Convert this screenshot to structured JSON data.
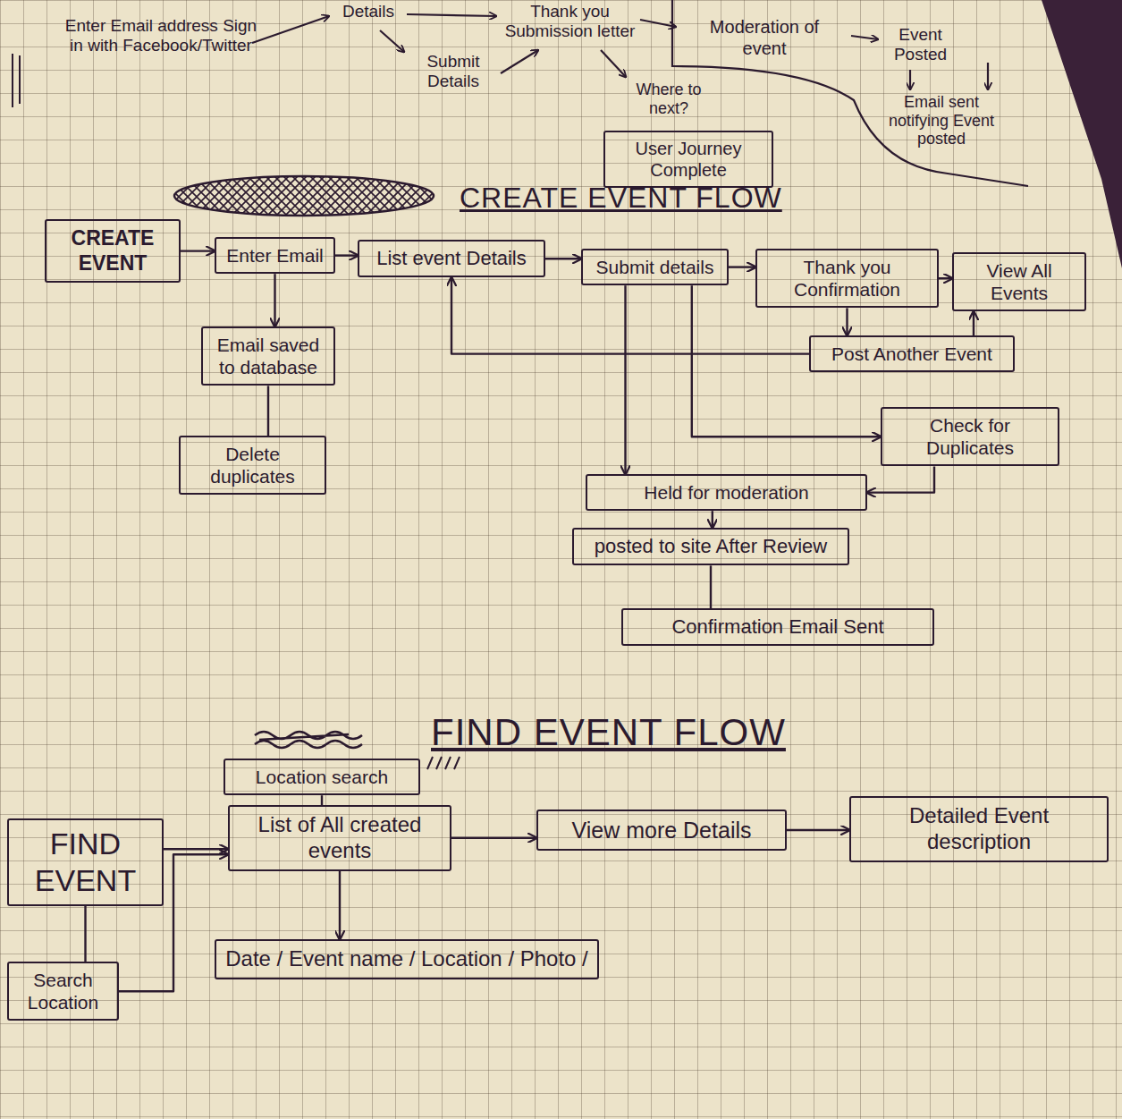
{
  "diagram": {
    "nodes": [
      {
        "text": [
          "Moderation of event"
        ]
      },
      {
        "text": [
          "User Journey Complete"
        ]
      },
      {
        "text": [
          "CREATE EVENT"
        ]
      },
      {
        "text": [
          "Enter Email"
        ]
      },
      {
        "text": [
          "List event Details"
        ]
      },
      {
        "text": [
          "Submit details"
        ]
      },
      {
        "text": [
          "Thank you Confirmation"
        ]
      },
      {
        "text": [
          "View All Events"
        ]
      },
      {
        "text": [
          "Email saved to database"
        ]
      },
      {
        "text": [
          "Post Another Event"
        ]
      },
      {
        "text": [
          "Check for Duplicates"
        ]
      },
      {
        "text": [
          "Delete duplicates"
        ]
      },
      {
        "text": [
          "Held for moderation"
        ]
      },
      {
        "text": [
          "posted to site After Review"
        ]
      },
      {
        "text": [
          "Confirmation Email Sent"
        ]
      },
      {
        "text": [
          "Location search"
        ]
      },
      {
        "text": [
          "FIND EVENT"
        ]
      },
      {
        "text": [
          "List of All created events"
        ]
      },
      {
        "text": [
          "View more Details"
        ]
      },
      {
        "text": [
          "Detailed Event description"
        ]
      },
      {
        "text": [
          "Search Location"
        ]
      },
      {
        "text": [
          "Date / Event name / Location / Photo /"
        ]
      }
    ],
    "edges": [
      {
        "from": 2,
        "to": 3,
        "arrow": "to"
      },
      {
        "from": 3,
        "to": 4,
        "arrow": "to"
      },
      {
        "from": 3,
        "to": 8,
        "arrow": "to"
      },
      {
        "from": 8,
        "to": 11,
        "arrow": "none"
      },
      {
        "from": 4,
        "to": 5,
        "arrow": "to"
      },
      {
        "from": 5,
        "to": 6,
        "arrow": "to"
      },
      {
        "from": 6,
        "to": 7,
        "arrow": "to"
      },
      {
        "from": 6,
        "to": 9,
        "arrow": "to"
      },
      {
        "from": 9,
        "to": 7,
        "arrow": "to"
      },
      {
        "from": 9,
        "to": 4,
        "arrow": "to"
      },
      {
        "from": 5,
        "to": 10,
        "arrow": "to"
      },
      {
        "from": 5,
        "to": 12,
        "arrow": "to"
      },
      {
        "from": 10,
        "to": 12,
        "arrow": "to"
      },
      {
        "from": 12,
        "to": 13,
        "arrow": "to"
      },
      {
        "from": 13,
        "to": 14,
        "arrow": "none"
      },
      {
        "from": 16,
        "to": 17,
        "arrow": "to"
      },
      {
        "from": 16,
        "to": 20,
        "arrow": "none"
      },
      {
        "from": 20,
        "to": 17,
        "arrow": "to"
      },
      {
        "from": 17,
        "to": 18,
        "arrow": "to"
      },
      {
        "from": 18,
        "to": 19,
        "arrow": "to"
      },
      {
        "from": 17,
        "to": 21,
        "arrow": "to"
      },
      {
        "from": 15,
        "to": 17,
        "arrow": "none"
      }
    ],
    "labels": [
      "Enter Email address Sign in with Facebook/Twitter",
      "Details",
      "Submit Details",
      "Thank you Submission letter",
      "Where to next?",
      "Event Posted",
      "Email sent notifying Event posted",
      "CREATE EVENT FLOW",
      "FIND EVENT FLOW"
    ]
  }
}
